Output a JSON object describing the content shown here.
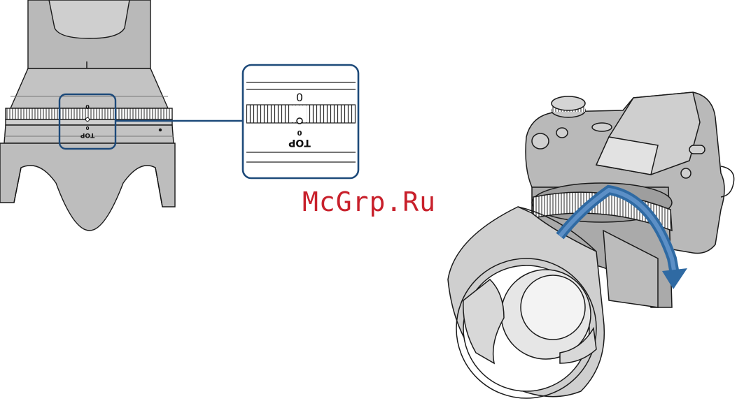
{
  "watermark": {
    "text": "McGrp.Ru",
    "color": "#c8202b"
  },
  "lens_markings": {
    "index_mark": "0",
    "hood_label": "TOP",
    "hood_index": "0"
  },
  "colors": {
    "callout": "#1d4a7a",
    "rotate_arrow": "#2f6aa3",
    "body_gray": "#b9b9b9",
    "outline": "#1a1a1a"
  }
}
